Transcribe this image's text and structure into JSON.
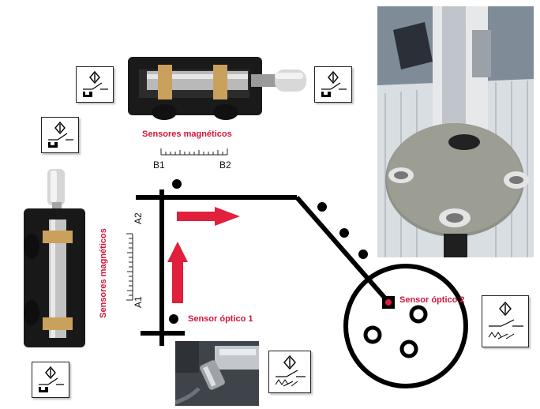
{
  "labels": {
    "magnetic_top": "Sensores magnéticos",
    "magnetic_left": "Sensores magnéticos",
    "b1": "B1",
    "b2": "B2",
    "a1": "A1",
    "a2": "A2",
    "optical_1": "Sensor óptico 1",
    "optical_2": "Sensor óptico 2"
  },
  "colors": {
    "label_red": "#d4143a",
    "arrow_red": "#e0203c",
    "line_black": "#000000"
  },
  "icons": {
    "magnetic_sensor_symbol": "reed-switch-symbol",
    "optical_sensor_symbol": "photoelectric-switch-symbol"
  }
}
